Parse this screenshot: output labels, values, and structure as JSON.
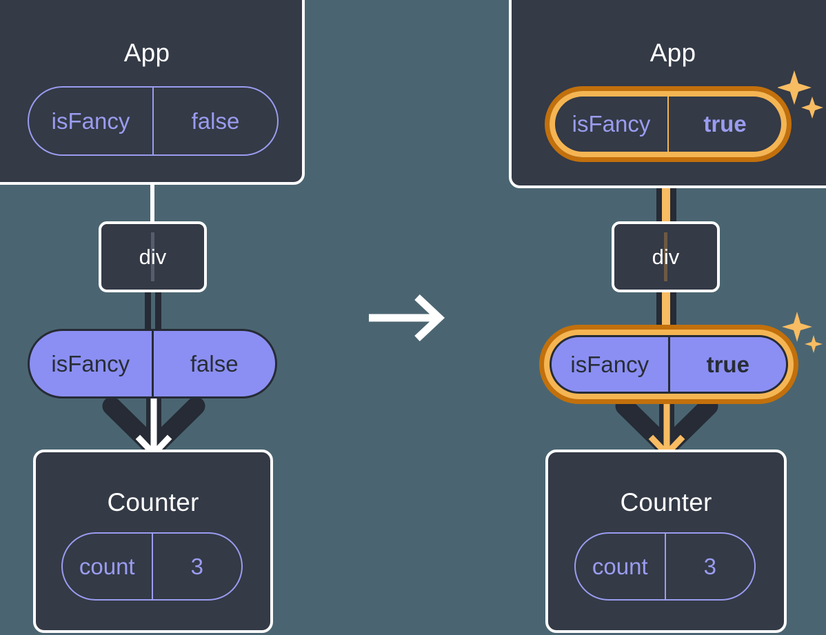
{
  "diagram": {
    "title_left": "App",
    "title_right": "App",
    "transition_icon": "right-arrow-icon",
    "accent_highlight_outer": "#c2700c",
    "accent_highlight_inner": "#f5b553",
    "prop_pill_fill": "#8b8ff3",
    "state_pill_stroke": "#9a9cf0",
    "box_background": "#343a46",
    "canvas_background": "#4a6571"
  },
  "left": {
    "app": {
      "title": "App",
      "state_pill": {
        "name": "isFancy",
        "value": "false",
        "highlighted": false
      }
    },
    "host": {
      "tag": "div"
    },
    "prop_pill": {
      "name": "isFancy",
      "value": "false",
      "highlighted": false
    },
    "counter": {
      "title": "Counter",
      "state_pill": {
        "name": "count",
        "value": "3",
        "highlighted": false
      }
    }
  },
  "right": {
    "app": {
      "title": "App",
      "state_pill": {
        "name": "isFancy",
        "value": "true",
        "highlighted": true
      },
      "sparkle_icon": "sparkles-icon"
    },
    "host": {
      "tag": "div"
    },
    "prop_pill": {
      "name": "isFancy",
      "value": "true",
      "highlighted": true,
      "sparkle_icon": "sparkles-icon"
    },
    "counter": {
      "title": "Counter",
      "state_pill": {
        "name": "count",
        "value": "3",
        "highlighted": false
      }
    }
  }
}
